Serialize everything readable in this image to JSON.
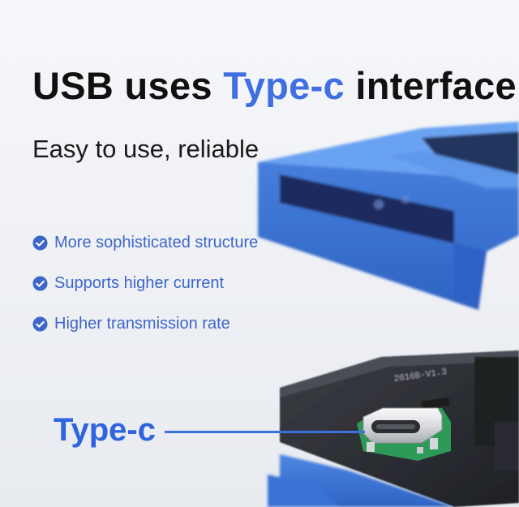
{
  "headline": {
    "prefix": "USB uses ",
    "accent": "Type-c",
    "suffix": " interface"
  },
  "subhead": "Easy to use, reliable",
  "features": [
    {
      "icon": "check-circle-icon",
      "text": "More sophisticated structure"
    },
    {
      "icon": "check-circle-icon",
      "text": "Supports higher current"
    },
    {
      "icon": "check-circle-icon",
      "text": "Higher transmission rate"
    }
  ],
  "callout": {
    "label": "Type-c"
  },
  "pcb_marking": "2016B-V1.3",
  "colors": {
    "accent": "#3f6fe0",
    "device_blue": "#4a86e8",
    "pcb_dark": "#2c2e33"
  }
}
